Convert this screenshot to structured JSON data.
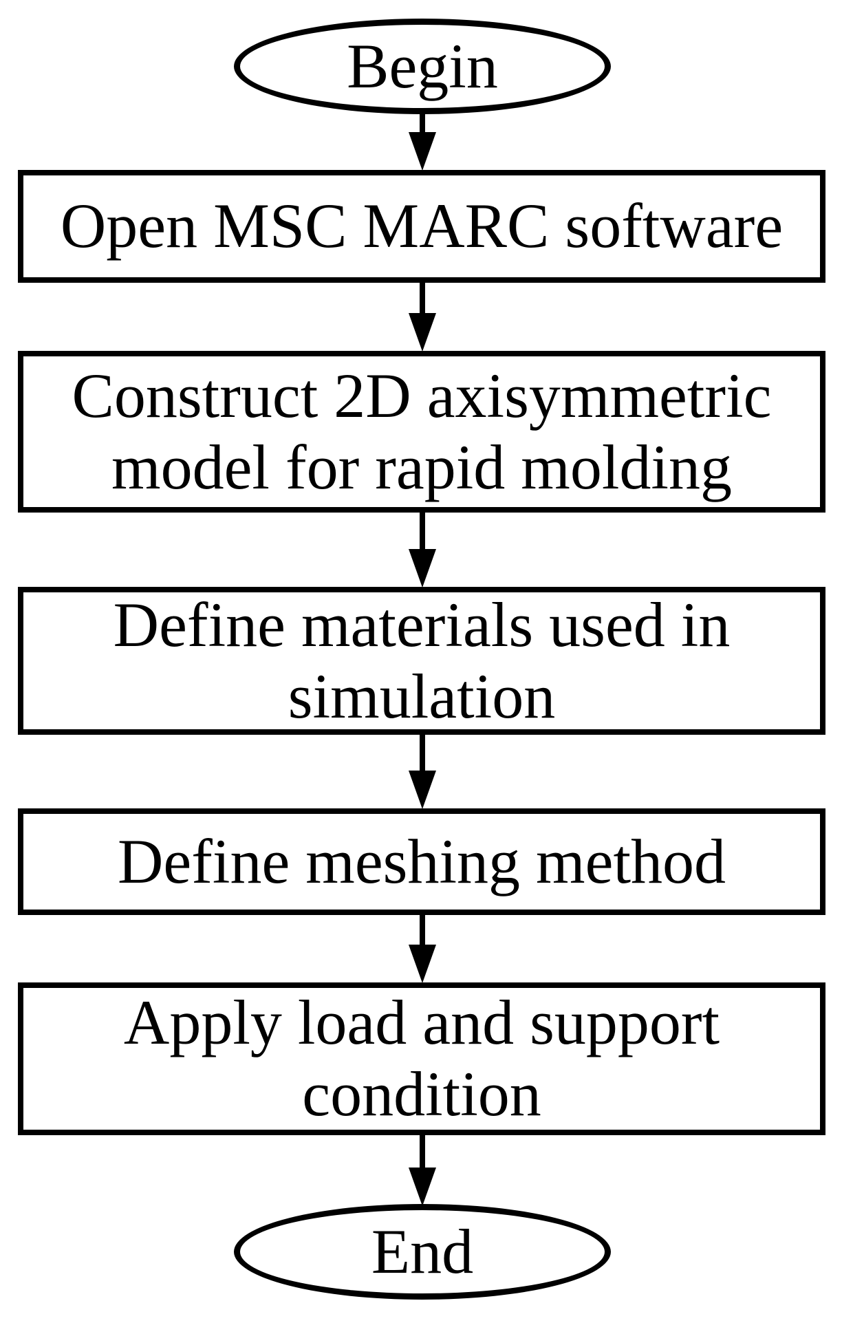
{
  "flowchart": {
    "type": "vertical-flowchart",
    "colors": {
      "stroke": "#000000",
      "fill": "#ffffff",
      "background": "#ffffff",
      "text": "#000000"
    },
    "nodes": [
      {
        "id": "begin",
        "shape": "terminator-ellipse",
        "label": "Begin",
        "lines": [
          "Begin"
        ]
      },
      {
        "id": "open-software",
        "shape": "process-rectangle",
        "label": "Open MSC MARC software",
        "lines": [
          "Open MSC MARC software"
        ]
      },
      {
        "id": "construct-model",
        "shape": "process-rectangle",
        "label": "Construct 2D axisymmetric model for rapid molding",
        "lines": [
          "Construct 2D axisymmetric",
          "model for rapid molding"
        ]
      },
      {
        "id": "define-materials",
        "shape": "process-rectangle",
        "label": "Define materials used in simulation",
        "lines": [
          "Define materials used in",
          "simulation"
        ]
      },
      {
        "id": "define-meshing",
        "shape": "process-rectangle",
        "label": "Define meshing method",
        "lines": [
          "Define meshing method"
        ]
      },
      {
        "id": "apply-load",
        "shape": "process-rectangle",
        "label": "Apply load and support condition",
        "lines": [
          "Apply load and support",
          "condition"
        ]
      },
      {
        "id": "end",
        "shape": "terminator-ellipse",
        "label": "End",
        "lines": [
          "End"
        ]
      }
    ],
    "edges": [
      {
        "from": "begin",
        "to": "open-software",
        "direction": "down"
      },
      {
        "from": "open-software",
        "to": "construct-model",
        "direction": "down"
      },
      {
        "from": "construct-model",
        "to": "define-materials",
        "direction": "down"
      },
      {
        "from": "define-materials",
        "to": "define-meshing",
        "direction": "down"
      },
      {
        "from": "define-meshing",
        "to": "apply-load",
        "direction": "down"
      },
      {
        "from": "apply-load",
        "to": "end",
        "direction": "down"
      }
    ]
  }
}
